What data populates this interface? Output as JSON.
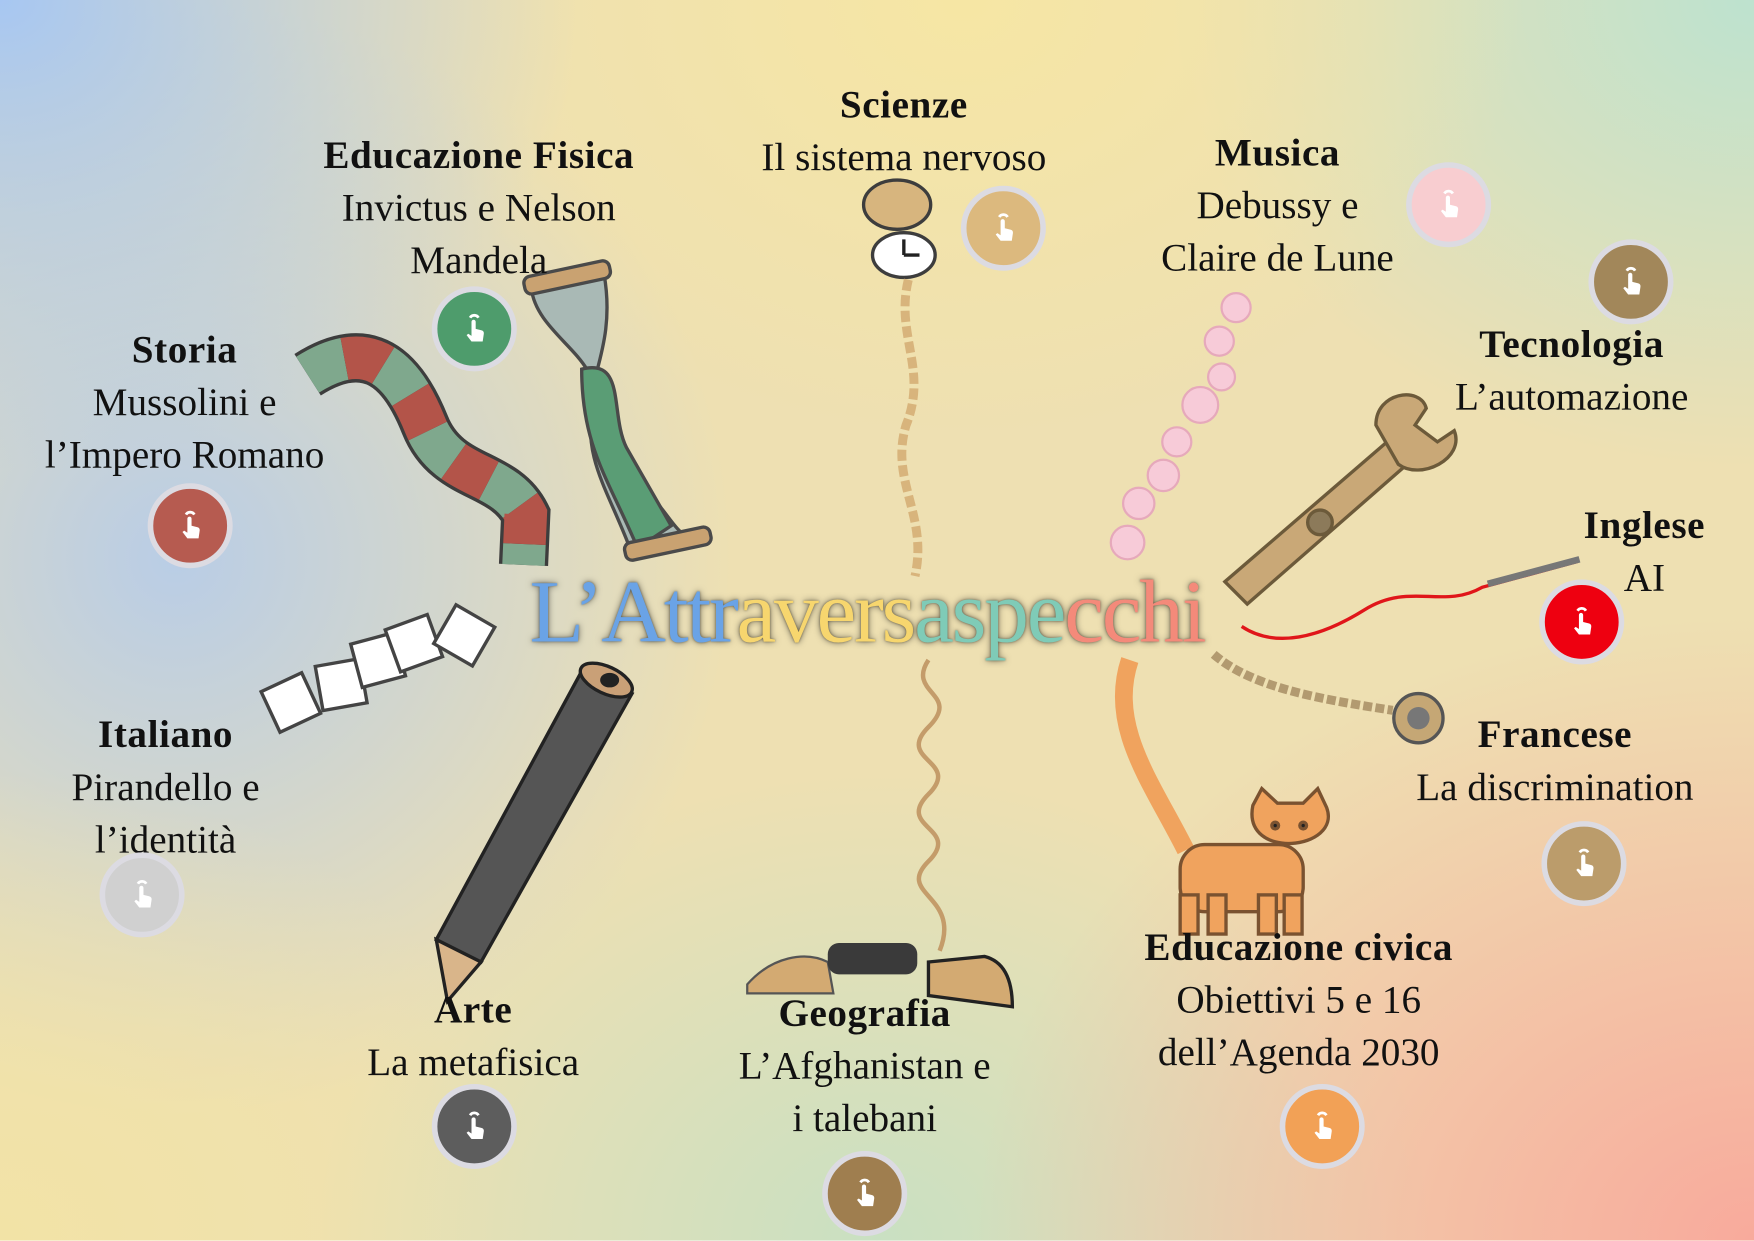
{
  "title": {
    "parts": [
      {
        "text": "L’Attr",
        "color": "#6aa3e6"
      },
      {
        "text": "avers",
        "color": "#f7d66e"
      },
      {
        "text": "aspe",
        "color": "#7fcbb7"
      },
      {
        "text": "cchi",
        "color": "#f48a7a"
      }
    ]
  },
  "topics": [
    {
      "subject": "Scienze",
      "lines": [
        "Il sistema nervoso"
      ],
      "button_color": "#dcb97e",
      "icon": "tap-hand-icon"
    },
    {
      "subject": "Educazione Fisica",
      "lines": [
        "Invictus e Nelson",
        "Mandela"
      ],
      "button_color": "#4e9c6c",
      "icon": "tap-hand-icon"
    },
    {
      "subject": "Musica",
      "lines": [
        "Debussy e",
        "Claire de Lune"
      ],
      "button_color": "#f8cdd0",
      "icon": "tap-hand-icon"
    },
    {
      "subject": "Tecnologia",
      "lines": [
        "L’automazione"
      ],
      "button_color": "#a2875a",
      "icon": "tap-hand-icon"
    },
    {
      "subject": "Storia",
      "lines": [
        "Mussolini e",
        "l’Impero Romano"
      ],
      "button_color": "#b65b50",
      "icon": "tap-hand-icon"
    },
    {
      "subject": "Inglese",
      "lines": [
        "AI"
      ],
      "button_color": "#ee0010",
      "icon": "tap-hand-icon"
    },
    {
      "subject": "Italiano",
      "lines": [
        "Pirandello e",
        "l’identità"
      ],
      "button_color": "#d0d0d0",
      "icon": "tap-hand-icon"
    },
    {
      "subject": "Francese",
      "lines": [
        "La discrimination"
      ],
      "button_color": "#bb9c6b",
      "icon": "tap-hand-icon"
    },
    {
      "subject": "Arte",
      "lines": [
        "La metafisica"
      ],
      "button_color": "#5d5d5d",
      "icon": "tap-hand-icon"
    },
    {
      "subject": "Geografia",
      "lines": [
        "L’Afghanistan e",
        "i talebani"
      ],
      "button_color": "#9f7e4f",
      "icon": "tap-hand-icon"
    },
    {
      "subject": "Educazione civica",
      "lines": [
        "Obiettivi 5 e 16",
        "dell’Agenda 2030"
      ],
      "button_color": "#f2a156",
      "icon": "tap-hand-icon"
    }
  ]
}
